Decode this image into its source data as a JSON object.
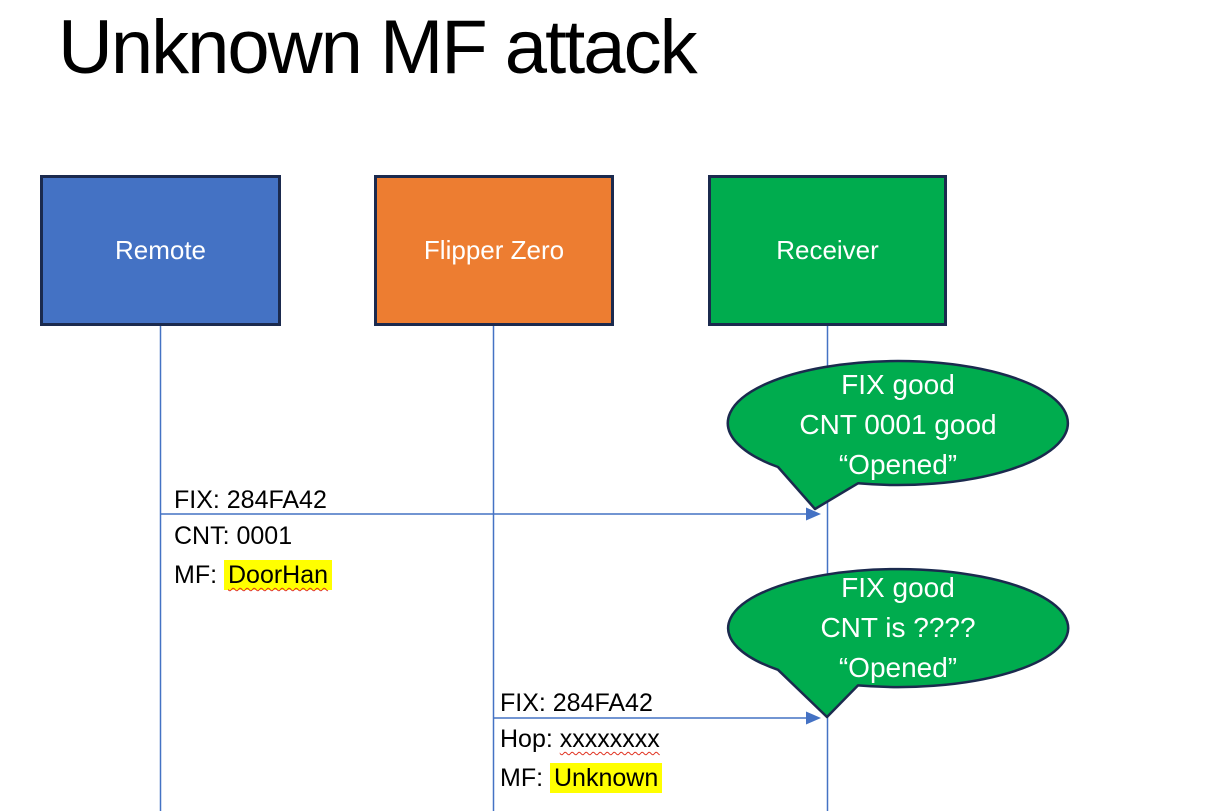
{
  "slide": {
    "title": "Unknown MF attack"
  },
  "actors": [
    {
      "id": "remote",
      "label": "Remote",
      "fill": "#4472C4"
    },
    {
      "id": "flipper-zero",
      "label": "Flipper Zero",
      "fill": "#ED7D31"
    },
    {
      "id": "receiver",
      "label": "Receiver",
      "fill": "#00AC4E"
    }
  ],
  "messages": [
    {
      "from": "Remote",
      "to": "Receiver",
      "lines": {
        "fix": "FIX: 284FA42",
        "cnt": "CNT: 0001",
        "mf_prefix": "MF: ",
        "mf_value": "DoorHan"
      }
    },
    {
      "from": "Flipper Zero",
      "to": "Receiver",
      "lines": {
        "fix": "FIX: 284FA42",
        "hop_prefix": "Hop: ",
        "hop_value": "xxxxxxxx",
        "mf_prefix": "MF: ",
        "mf_value": "Unknown"
      }
    }
  ],
  "callouts": [
    {
      "line1": "FIX good",
      "line2": "CNT 0001 good",
      "line3": "“Opened”"
    },
    {
      "line1": "FIX good",
      "line2": "CNT is ????",
      "line3": "“Opened”"
    }
  ],
  "colors": {
    "remote_fill": "#4472C4",
    "flipper_fill": "#ED7D31",
    "receiver_fill": "#00AC4E",
    "callout_fill": "#00AC4E",
    "shape_border": "#1B2A4E",
    "connector": "#4472C4",
    "highlight": "#FFFF00",
    "spellcheck_underline": "#E0301E",
    "title_text": "#000000",
    "label_text": "#000000",
    "box_text": "#FFFFFF"
  }
}
